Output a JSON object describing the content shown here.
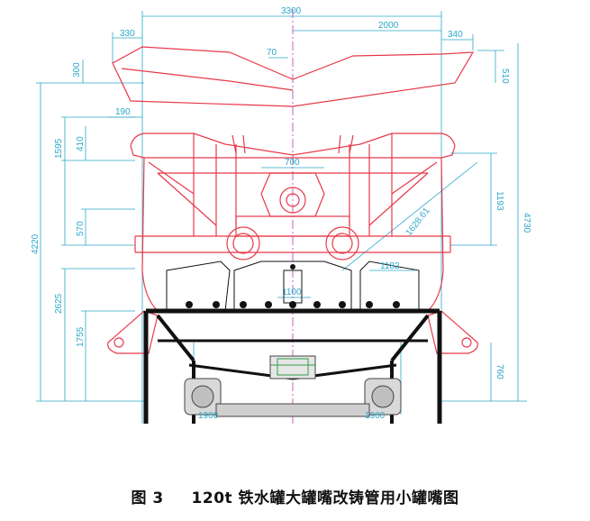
{
  "caption": {
    "label": "图 3",
    "title": "120t 铁水罐大罐嘴改铸管用小罐嘴图"
  },
  "dimensions": {
    "top_overall": "3300",
    "top_right": "2000",
    "left_top": "330",
    "right_top": "340",
    "mid_small": "70",
    "right_upper": "510",
    "left_upper": "300",
    "left_190": "190",
    "left_410": "410",
    "left_1595": "1595",
    "center_700": "700",
    "right_1193": "1193",
    "right_4730": "4730",
    "left_570": "570",
    "left_4220": "4220",
    "diag_1628": "1628.61",
    "right_1182": "1182",
    "center_1100": "1100",
    "left_2625": "2625",
    "left_1755": "1755",
    "right_760": "760",
    "bottom_left": "1900",
    "bottom_right": "1900"
  },
  "colors": {
    "ladle_outline": "#e8394a",
    "dimension_lines": "#2aa7c9",
    "frame": "#111111",
    "axis": "#c04fc0"
  }
}
